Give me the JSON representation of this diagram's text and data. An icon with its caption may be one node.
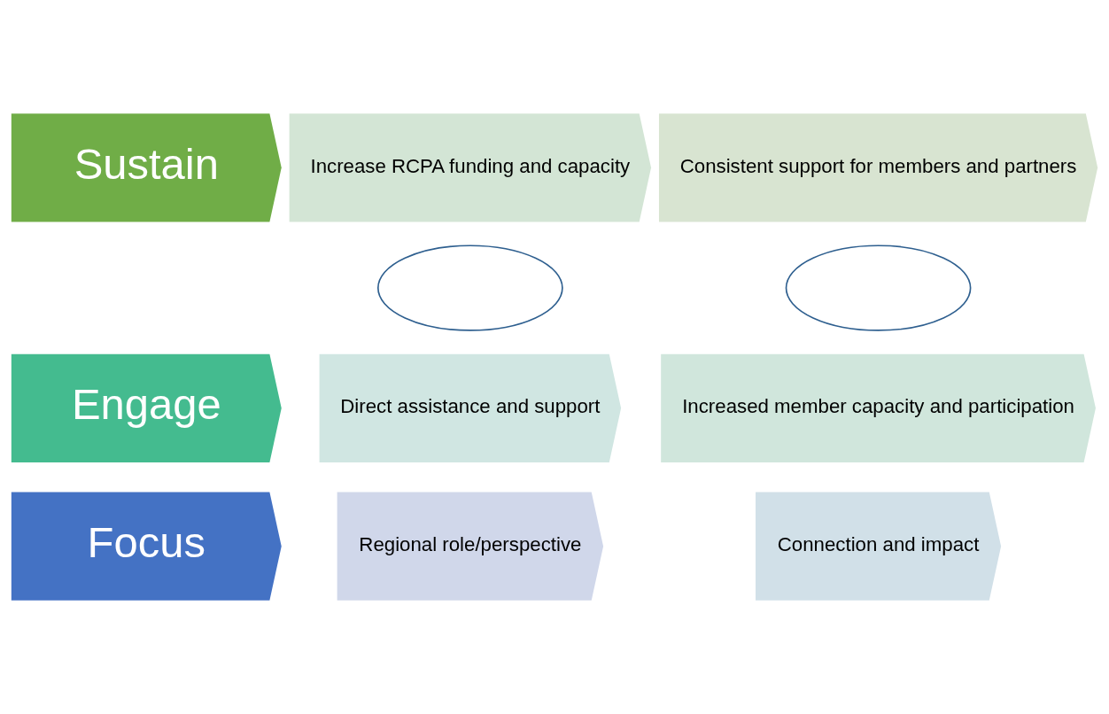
{
  "diagram": {
    "nodes": [
      {
        "text": [
          "Focus"
        ]
      },
      {
        "text": [
          "Regional role/perspective"
        ]
      },
      {
        "text": [
          "Connection and impact"
        ]
      },
      {
        "text": [
          "Engage"
        ]
      },
      {
        "text": [
          "Direct assistance and support"
        ]
      },
      {
        "text": [
          "Increased member capacity and participation"
        ]
      },
      {
        "text": [
          "Sustain"
        ]
      },
      {
        "text": [
          "Increase RCPA funding and capacity"
        ]
      },
      {
        "text": [
          "Consistent support for members and partners"
        ]
      },
      {
        "text": [],
        "shape": "ellipse"
      },
      {
        "text": [],
        "shape": "ellipse"
      }
    ],
    "edges": []
  }
}
